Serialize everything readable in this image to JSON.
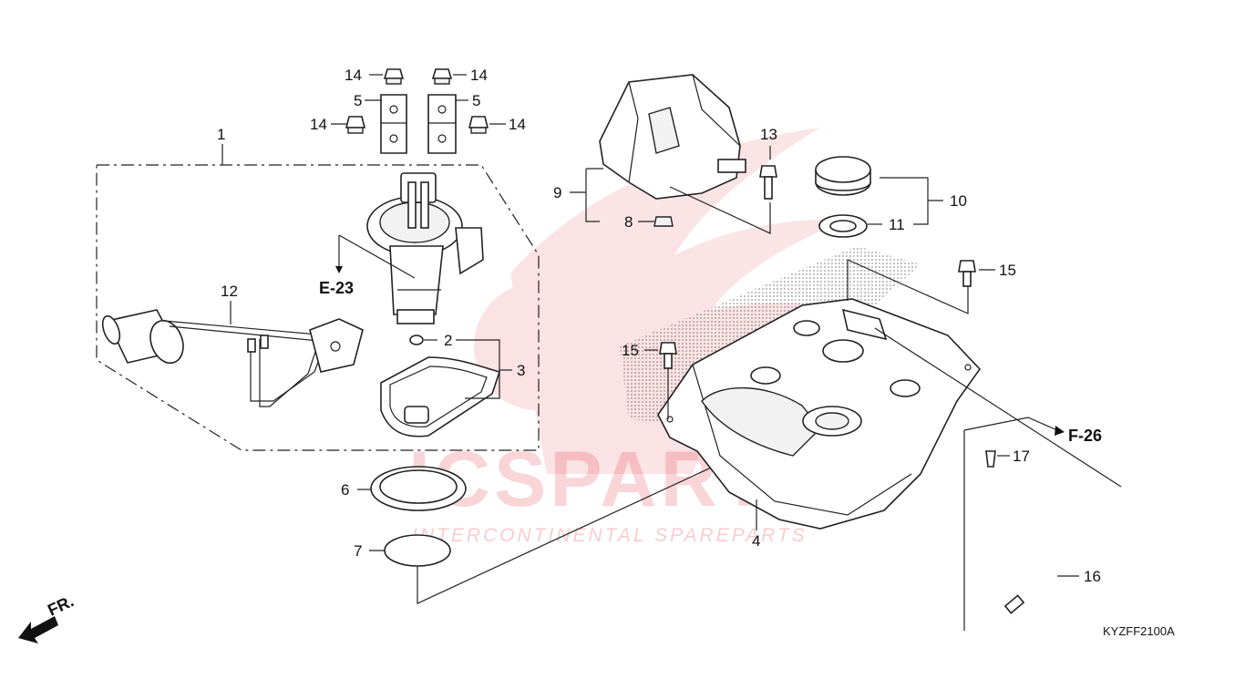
{
  "watermark": {
    "brand": "ICSPARTS",
    "tagline": "INTERCONTINENTAL SPAREPARTS"
  },
  "diagram_code": "KYZFF2100A",
  "direction_label": "FR.",
  "references": {
    "fuel_pump_ref": "E-23",
    "tank_ref": "F-26"
  },
  "callouts": {
    "c1": "1",
    "c2": "2",
    "c3": "3",
    "c4": "4",
    "c5a": "5",
    "c5b": "5",
    "c6": "6",
    "c7": "7",
    "c8": "8",
    "c9": "9",
    "c10": "10",
    "c11": "11",
    "c12": "12",
    "c13": "13",
    "c14a": "14",
    "c14b": "14",
    "c14c": "14",
    "c14d": "14",
    "c15a": "15",
    "c15b": "15",
    "c16": "16",
    "c17": "17"
  },
  "colors": {
    "line": "#222222",
    "watermark": "#e11d2a"
  }
}
